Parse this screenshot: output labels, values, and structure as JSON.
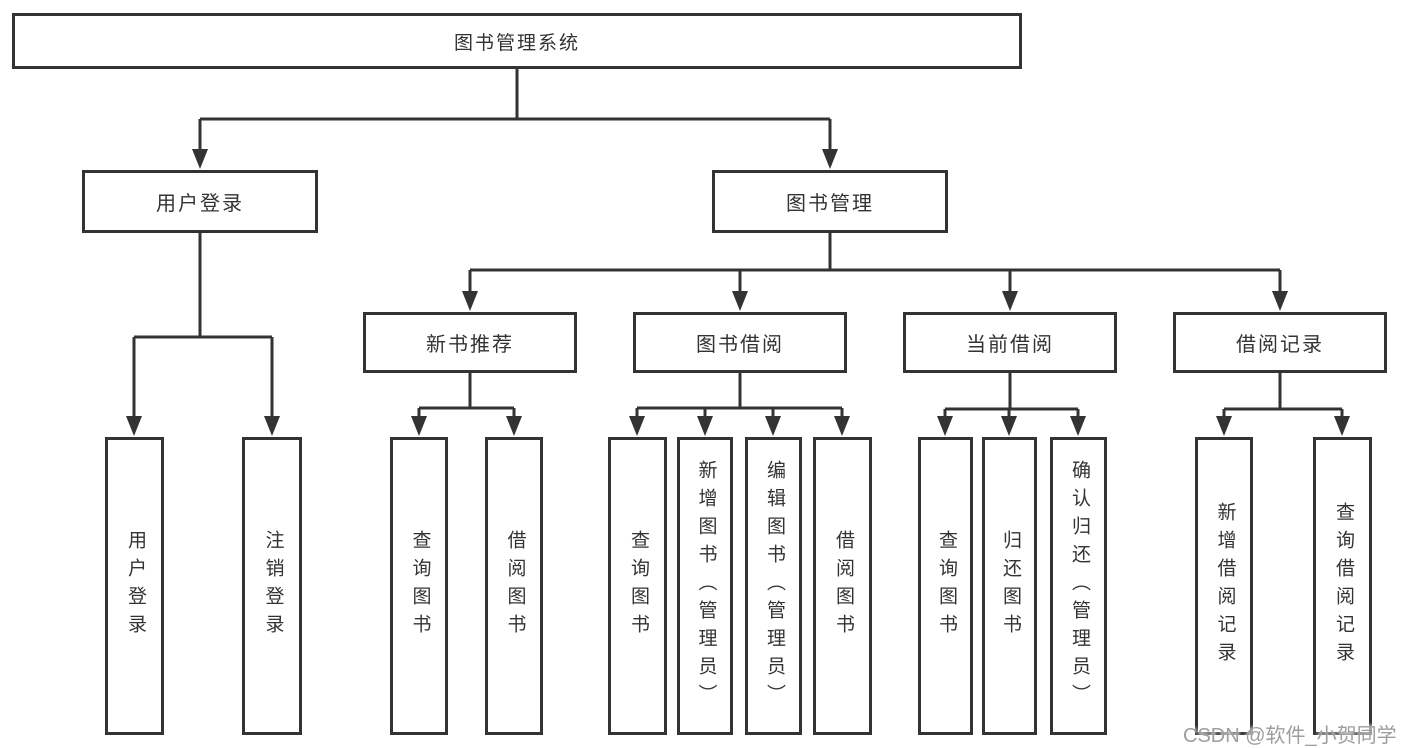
{
  "tree": {
    "root": {
      "label": "图书管理系统"
    },
    "branches": [
      {
        "label": "用户登录",
        "children": [
          {
            "label": "用户登录"
          },
          {
            "label": "注销登录"
          }
        ]
      },
      {
        "label": "图书管理",
        "children": [
          {
            "label": "新书推荐",
            "children": [
              {
                "label": "查询图书"
              },
              {
                "label": "借阅图书"
              }
            ]
          },
          {
            "label": "图书借阅",
            "children": [
              {
                "label": "查询图书"
              },
              {
                "label": "新增图书（管理员）"
              },
              {
                "label": "编辑图书（管理员）"
              },
              {
                "label": "借阅图书"
              }
            ]
          },
          {
            "label": "当前借阅",
            "children": [
              {
                "label": "查询图书"
              },
              {
                "label": "归还图书"
              },
              {
                "label": "确认归还（管理员）"
              }
            ]
          },
          {
            "label": "借阅记录",
            "children": [
              {
                "label": "新增借阅记录"
              },
              {
                "label": "查询借阅记录"
              }
            ]
          }
        ]
      }
    ]
  },
  "watermark": {
    "text": "CSDN @软件_小贺同学"
  },
  "colors": {
    "line": "#333333",
    "box_border": "#333333",
    "text": "#333333",
    "background": "#ffffff",
    "watermark": "#9e9e9e"
  }
}
